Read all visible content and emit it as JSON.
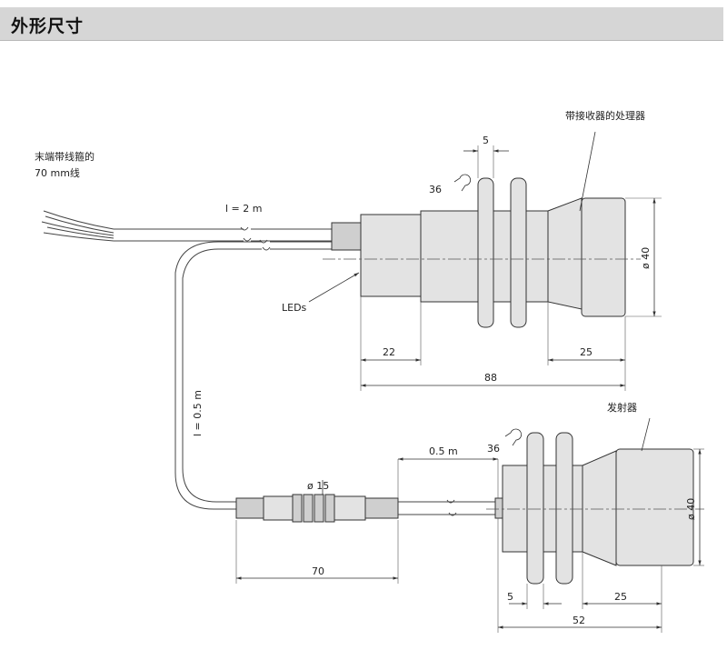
{
  "header": {
    "title": "外形尺寸"
  },
  "labels": {
    "cable_end_line1": "末端带线箍的",
    "cable_end_line2": "70 mm线",
    "cable_length_top": "l = 2 m",
    "leds": "LEDs",
    "receiver_label": "带接收器的处理器",
    "emitter_label": "发射器",
    "cable_length_vertical": "l = 0.5 m",
    "cable_length_emitter": "0.5 m",
    "connector_diameter": "ø 15"
  },
  "dimensions": {
    "receiver_nut_width": "5",
    "receiver_wrench": "36",
    "receiver_diameter": "ø 40",
    "receiver_left": "22",
    "receiver_right": "25",
    "receiver_total": "88",
    "emitter_wrench": "36",
    "emitter_diameter": "ø 40",
    "emitter_left": "5",
    "emitter_right": "25",
    "emitter_total": "52",
    "connector_length": "70"
  },
  "colors": {
    "header_bg": "#d6d6d6",
    "part_fill": "#e3e3e3",
    "line": "#333333"
  }
}
